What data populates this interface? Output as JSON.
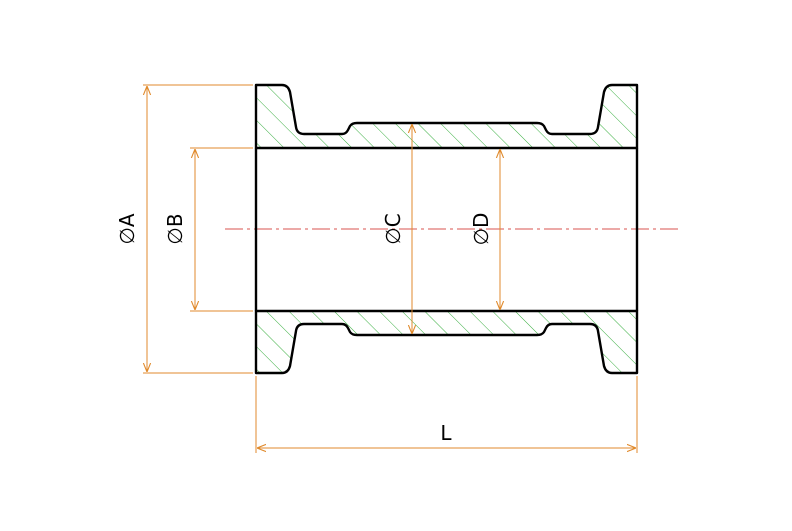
{
  "colors": {
    "dimension": "#e08a2c",
    "hatch": "#3cb043",
    "centerline": "#d9534f",
    "outline": "#000000"
  },
  "dimensions": {
    "A": "∅A",
    "B": "∅B",
    "C": "∅C",
    "D": "∅D",
    "L": "L"
  }
}
